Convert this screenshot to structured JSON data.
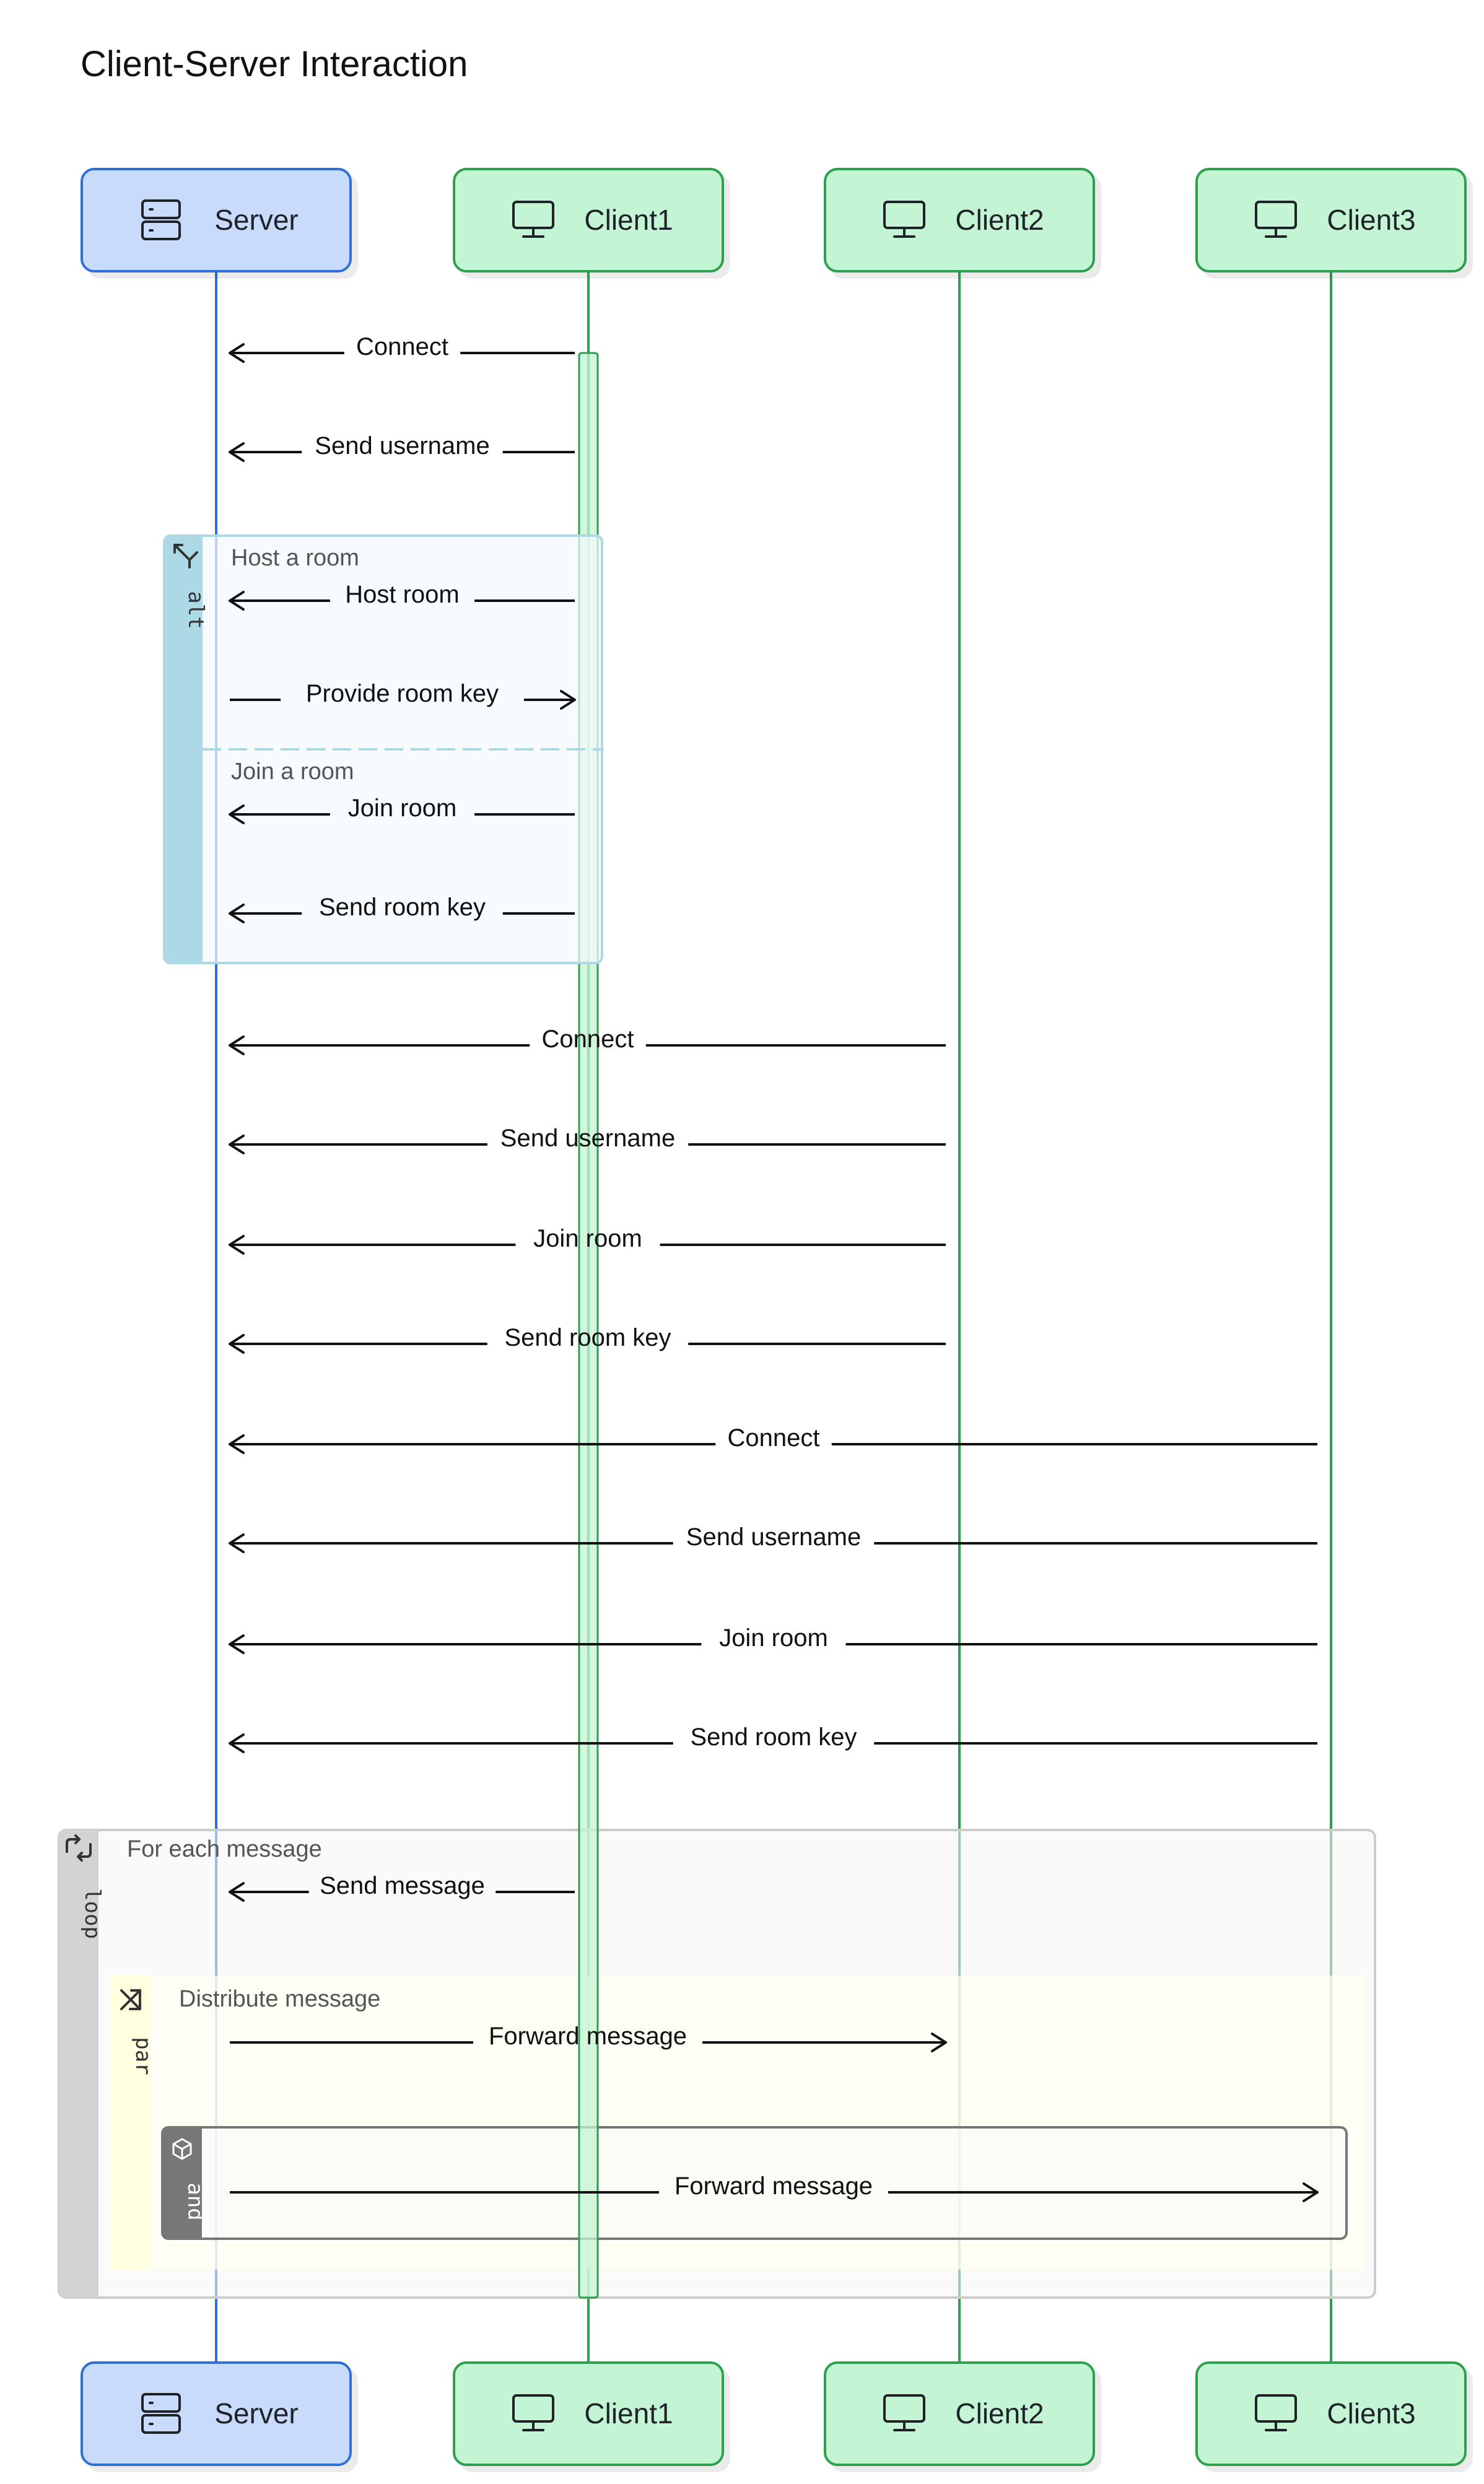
{
  "title": "Client-Server Interaction",
  "actors": [
    {
      "id": "server",
      "label": "Server",
      "icon": "server-icon",
      "fill": "#c9dbfb",
      "stroke": "#2f6fd6"
    },
    {
      "id": "client1",
      "label": "Client1",
      "icon": "monitor-icon",
      "fill": "#c3f4d3",
      "stroke": "#2e9e4f"
    },
    {
      "id": "client2",
      "label": "Client2",
      "icon": "monitor-icon",
      "fill": "#c3f4d3",
      "stroke": "#2e9e4f"
    },
    {
      "id": "client3",
      "label": "Client3",
      "icon": "monitor-icon",
      "fill": "#c3f4d3",
      "stroke": "#2e9e4f"
    }
  ],
  "messages": [
    {
      "from": "client1",
      "to": "server",
      "label": "Connect"
    },
    {
      "from": "client1",
      "to": "server",
      "label": "Send username"
    },
    {
      "from": "client1",
      "to": "server",
      "label": "Host room"
    },
    {
      "from": "server",
      "to": "client1",
      "label": "Provide room key"
    },
    {
      "from": "client1",
      "to": "server",
      "label": "Join room"
    },
    {
      "from": "client1",
      "to": "server",
      "label": "Send room key"
    },
    {
      "from": "client2",
      "to": "server",
      "label": "Connect"
    },
    {
      "from": "client2",
      "to": "server",
      "label": "Send username"
    },
    {
      "from": "client2",
      "to": "server",
      "label": "Join room"
    },
    {
      "from": "client2",
      "to": "server",
      "label": "Send room key"
    },
    {
      "from": "client3",
      "to": "server",
      "label": "Connect"
    },
    {
      "from": "client3",
      "to": "server",
      "label": "Send username"
    },
    {
      "from": "client3",
      "to": "server",
      "label": "Join room"
    },
    {
      "from": "client3",
      "to": "server",
      "label": "Send room key"
    },
    {
      "from": "client1",
      "to": "server",
      "label": "Send message"
    },
    {
      "from": "server",
      "to": "client2",
      "label": "Forward message"
    },
    {
      "from": "server",
      "to": "client3",
      "label": "Forward message"
    }
  ],
  "fragments": {
    "alt": {
      "tag": "alt",
      "sections": [
        "Host a room",
        "Join a room"
      ],
      "color": "#add8e6"
    },
    "loop": {
      "tag": "loop",
      "label": "For each message",
      "color": "#d3d3d3"
    },
    "par": {
      "tag": "par",
      "label": "Distribute message",
      "color": "#ffffe0"
    },
    "and": {
      "tag": "and",
      "color": "#777777"
    }
  }
}
